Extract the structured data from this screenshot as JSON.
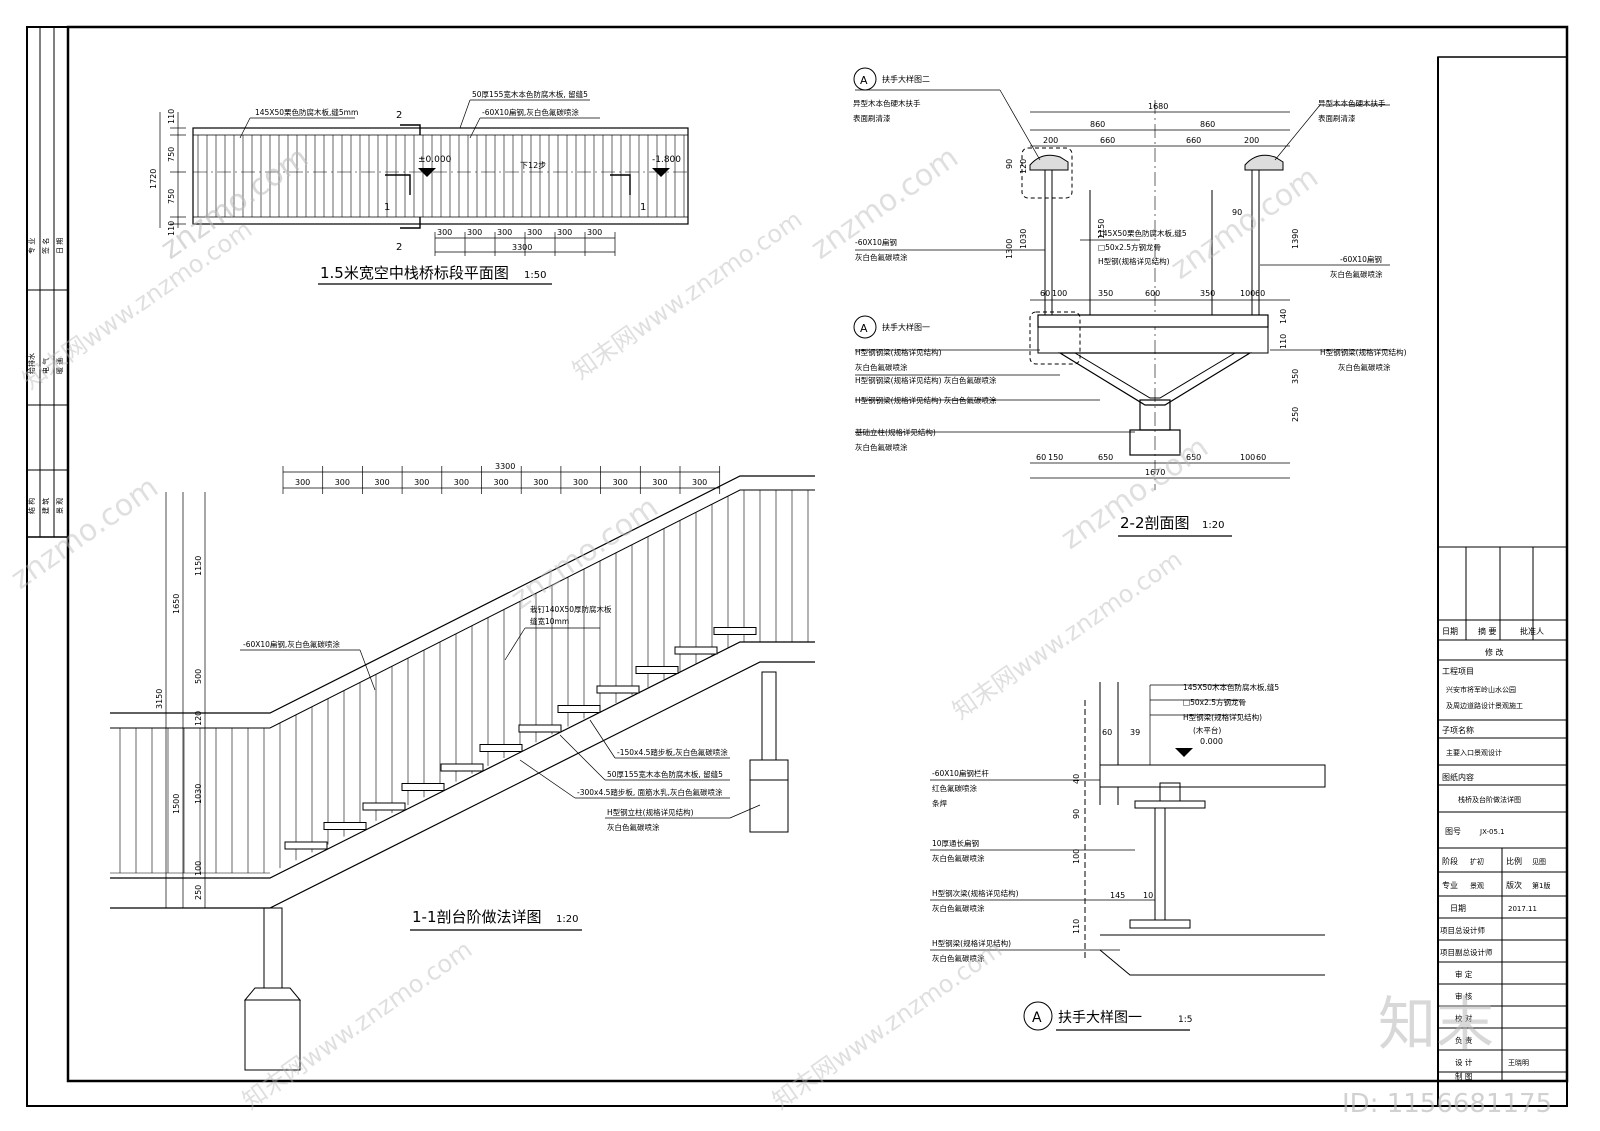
{
  "drawings": {
    "plan": {
      "title": "1.5米宽空中栈桥标段平面图",
      "scale": "1:50",
      "note_decking": "145X50栗色防腐木板,缝5mm",
      "note_step_board": "50厚155宽木本色防腐木板, 留缝5",
      "note_flat_steel": "-60X10扁钢,灰白色氟碳喷涂",
      "elev_start": "±0.000",
      "elev_end": "-1.800",
      "down_label": "下12步",
      "section_mark_2": "2",
      "section_mark_1": "1",
      "dim_left": [
        "110",
        "750",
        "750",
        "110"
      ],
      "dim_total_left": "1720",
      "dim_steps": [
        "300",
        "300",
        "300",
        "300",
        "300",
        "300"
      ],
      "dim_total_bottom": "3300"
    },
    "section11": {
      "title": "1-1剖台阶做法详图",
      "scale": "1:20",
      "dim_top_total": "3300",
      "dim_top": [
        "300",
        "300",
        "300",
        "300",
        "300",
        "300",
        "300",
        "300",
        "300",
        "300",
        "300"
      ],
      "dim_left_outer": "3150",
      "dim_left_upper": "1650",
      "dim_left_lower": "1500",
      "dim_left": [
        "1150",
        "500",
        "120",
        "1030",
        "100",
        "250"
      ],
      "note_flat_steel": "-60X10扁钢,灰白色氟碳喷涂",
      "note_deck_1": "栽钉140X50厚防腐木板",
      "note_deck_2": "缝宽10mm",
      "note_step_plate": "-150x4.5踏步板,灰白色氟碳喷涂",
      "note_wood": "50厚155宽木本色防腐木板, 留缝5",
      "note_step_plate2": "-300x4.5踏步板, 面筋水乳,灰白色氟碳喷涂",
      "note_column_1": "H型钢立柱(规格详见结构)",
      "note_column_2": "灰白色氟碳喷涂"
    },
    "section22": {
      "title": "2-2剖面图",
      "scale": "1:20",
      "callout_a": "A",
      "callout_2": "扶手大样图二",
      "callout_1": "扶手大样图一",
      "note_handrail_left_1": "异型木本色硬木扶手",
      "note_handrail_left_2": "表面刷清漆",
      "note_handrail_right_1": "异型木本色硬木扶手",
      "note_handrail_right_2": "表面刷清漆",
      "note_flat_left_1": "-60X10扁钢",
      "note_flat_left_2": "灰白色氟碳喷涂",
      "note_flat_right_1": "-60X10扁钢",
      "note_flat_right_2": "灰白色氟碳喷涂",
      "note_deck": "145X50栗色防腐木板,缝5",
      "note_tube": "□50x2.5方钢龙骨",
      "note_hbeam": "H型钢(规格详见结构)",
      "note_l1": "H型钢钢梁(规格详见结构)",
      "note_l2": "灰白色氟碳喷涂",
      "note_l3": "H型钢钢梁(规格详见结构) 灰白色氟碳喷涂",
      "note_l4": "H型钢钢梁(规格详见结构) 灰白色氟碳喷涂",
      "note_l5": "基础立柱(规格详见结构)",
      "note_l6": "灰白色氟碳喷涂",
      "note_r1": "H型钢钢梁(规格详见结构)",
      "note_r2": "灰白色氟碳喷涂",
      "dim_top_total": "1680",
      "dim_top_halves": [
        "860",
        "860"
      ],
      "dim_top_parts": [
        "200",
        "660",
        "660",
        "200"
      ],
      "dim_deck": [
        "60",
        "100",
        "350",
        "600",
        "350",
        "100",
        "60"
      ],
      "dim_bottom": [
        "60",
        "150",
        "650",
        "650",
        "100",
        "60"
      ],
      "dim_bottom_total": "1670",
      "dim_v": [
        "120",
        "90",
        "1030",
        "1300",
        "1150",
        "90",
        "1390",
        "140",
        "110",
        "350",
        "250"
      ]
    },
    "detailA": {
      "title": "扶手大样图一",
      "scale": "1:5",
      "bubble": "A",
      "note_deck": "145X50木本色防腐木板,缝5",
      "note_tube": "□50x2.5方钢龙骨",
      "note_hbeam_1": "H型钢梁(规格详见结构)",
      "note_hbeam_2": "(木平台)",
      "elev": "0.000",
      "note_rail_1": "-60X10扁钢栏杆",
      "note_rail_2": "红色氟碳喷涂",
      "note_rail_3": "条焊",
      "note_plate_1": "10厚通长扁钢",
      "note_plate_2": "灰白色氟碳喷涂",
      "note_sub_1": "H型钢次梁(规格详见结构)",
      "note_sub_2": "灰白色氟碳喷涂",
      "note_main_1": "H型钢梁(规格详见结构)",
      "note_main_2": "灰白色氟碳喷涂",
      "dims": [
        "60",
        "39",
        "40",
        "90",
        "100",
        "145",
        "10",
        "110"
      ]
    }
  },
  "title_block": {
    "rev_cols": [
      "日期",
      "摘 要",
      "批准人"
    ],
    "rev_title": "修 改",
    "project_label": "工程项目",
    "project_name_1": "兴安市将军岭山水公园",
    "project_name_2": "及周边道路设计景观施工",
    "subitem_label": "子项名称",
    "subitem_value": "主要入口景观设计",
    "content_label": "图纸内容",
    "content_value": "栈桥及台阶做法详图",
    "drawing_no_label": "图号",
    "drawing_no": "JX-05.1",
    "stage_label": "阶段",
    "stage_value": "扩初",
    "ratio_label": "比例",
    "ratio_value": "见图",
    "discipline_label": "专业",
    "discipline_value": "景观",
    "version_label": "版次",
    "version_value": "第1版",
    "date_label": "日期",
    "date_value": "2017.11",
    "roles": [
      "项目总设计师",
      "项目副总设计师",
      "审 定",
      "审 核",
      "校 对",
      "负 责",
      "设 计",
      "制 图"
    ],
    "designer": "王晓明"
  },
  "left_strip": {
    "groups": [
      [
        "专 业",
        "签 名",
        "日 期"
      ],
      [
        "给排水",
        "电 气",
        "暖 通"
      ],
      [
        "结 构",
        "建 筑",
        "景 观"
      ]
    ]
  },
  "watermark": {
    "site": "znzmo.com",
    "site_cn": "知末网www.znzmo.com",
    "brand": "知末",
    "id_label": "ID: 1156681175"
  }
}
